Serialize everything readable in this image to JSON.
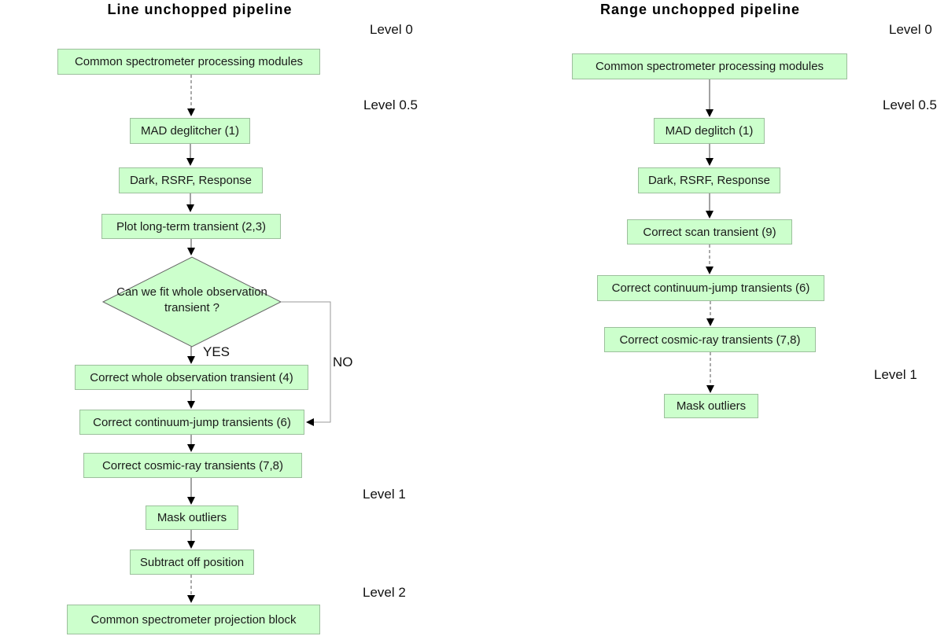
{
  "colors": {
    "node_fill": "#ccffcc",
    "node_border": "#9cbf9c",
    "edge": "#444444",
    "branch_edge": "#999999",
    "background": "#ffffff"
  },
  "left_pipeline": {
    "title": "Line unchopped pipeline",
    "level_labels": {
      "l0": "Level 0",
      "l05": "Level 0.5",
      "l1": "Level 1",
      "l2": "Level 2"
    },
    "nodes": {
      "common": "Common spectrometer processing modules",
      "mad": "MAD deglitcher (1)",
      "dark": "Dark, RSRF, Response",
      "plot": "Plot long-term transient (2,3)",
      "decision": "Can we fit whole observation transient ?",
      "correct_whole": "Correct whole observation transient (4)",
      "correct_continuum": "Correct continuum-jump transients (6)",
      "correct_cosmic": "Correct cosmic-ray transients (7,8)",
      "mask": "Mask outliers",
      "subtract": "Subtract off position",
      "projection": "Common spectrometer projection block"
    },
    "branch_labels": {
      "yes": "YES",
      "no": "NO"
    }
  },
  "right_pipeline": {
    "title": "Range unchopped pipeline",
    "level_labels": {
      "l0": "Level 0",
      "l05": "Level 0.5",
      "l1": "Level 1"
    },
    "nodes": {
      "common": "Common spectrometer processing modules",
      "mad": "MAD deglitch (1)",
      "dark": "Dark, RSRF, Response",
      "scan": "Correct scan transient (9)",
      "correct_continuum": "Correct continuum-jump transients (6)",
      "correct_cosmic": "Correct cosmic-ray transients (7,8)",
      "mask": "Mask outliers"
    }
  }
}
